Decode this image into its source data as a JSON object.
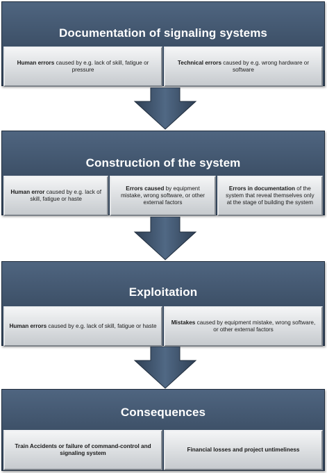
{
  "stages": [
    {
      "title": "Documentation of signaling systems",
      "cells": [
        {
          "bold": "Human errors",
          "text": " caused by e.g. lack of skill, fatigue or pressure"
        },
        {
          "bold": "Technical errors",
          "text": " caused by e.g. wrong hardware or software"
        }
      ]
    },
    {
      "title": "Construction of the system",
      "cells": [
        {
          "bold": "Human error",
          "text": " caused by e.g. lack of skill, fatigue or haste"
        },
        {
          "bold": "Errors caused",
          "text": " by equipment mistake, wrong software, or other external factors"
        },
        {
          "bold": "Errors in documentation",
          "text": " of the system that reveal themselves only at the stage of building the system"
        }
      ]
    },
    {
      "title": "Exploitation",
      "cells": [
        {
          "bold": "Human errors",
          "text": " caused by e.g. lack of skill, fatigue or haste"
        },
        {
          "bold": "Mistakes",
          "text": " caused by equipment mistake, wrong software, or other external factors"
        }
      ]
    },
    {
      "title": "Consequences",
      "cells": [
        {
          "bold": "Train Accidents",
          "text": " or failure of command-control and signaling system"
        },
        {
          "bold": "",
          "text": "Financial losses and project untimeliness"
        }
      ]
    }
  ],
  "colors": {
    "block_fill": "#3c4f66",
    "cell_fill": "#d8dbde",
    "arrow_fill": "#3f5268"
  }
}
